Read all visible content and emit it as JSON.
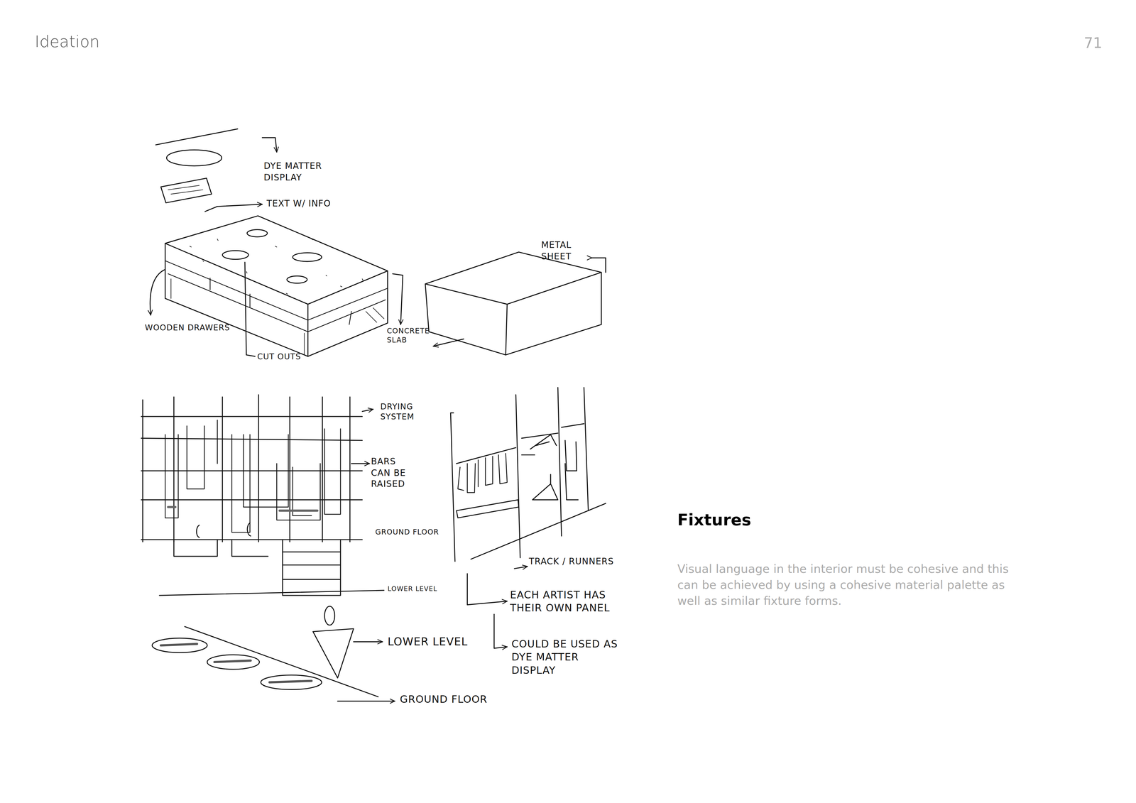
{
  "diagram": {
    "title": "Ideation",
    "labels": [
      "71",
      "DYE MATTER DISPLAY",
      "TEXT W/ INFO",
      "METAL SHEET",
      "WOODEN DRAWERS",
      "CUT OUTS",
      "CONCRETE SLAB",
      "DRYING SYSTEM",
      "BARS CAN BE RAISED",
      "GROUND FLOOR",
      "LOWER LEVEL",
      "TRACK / RUNNERS",
      "EACH ARTIST HAS THEIR OWN PANEL",
      "COULD BE USED AS DYE MATTER DISPLAY",
      "LOWER LEVEL",
      "GROUND FLOOR",
      "Fixtures",
      "Visual language in the interior must be cohesive and this can be achieved by using a cohesive material palette as well as similar fixture forms."
    ]
  }
}
